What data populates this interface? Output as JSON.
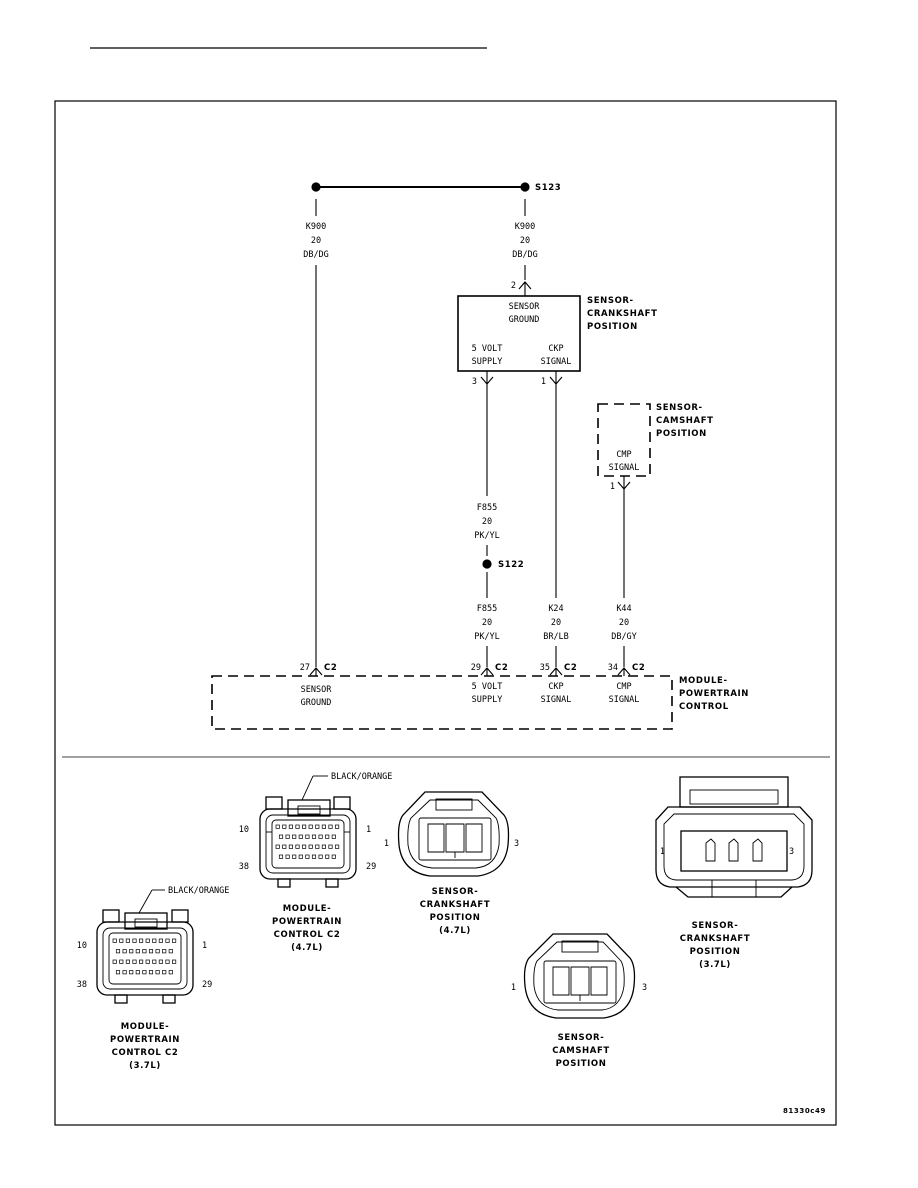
{
  "splices": {
    "left_top": "",
    "s123": "S123",
    "s122": "S122"
  },
  "wires": {
    "k900_left": {
      "circuit": "K900",
      "gauge": "20",
      "color": "DB/DG"
    },
    "k900_right": {
      "circuit": "K900",
      "gauge": "20",
      "color": "DB/DG"
    },
    "f855_upper": {
      "circuit": "F855",
      "gauge": "20",
      "color": "PK/YL"
    },
    "f855_lower": {
      "circuit": "F855",
      "gauge": "20",
      "color": "PK/YL"
    },
    "k24": {
      "circuit": "K24",
      "gauge": "20",
      "color": "BR/LB"
    },
    "k44": {
      "circuit": "K44",
      "gauge": "20",
      "color": "DB/GY"
    }
  },
  "crank_sensor": {
    "name": [
      "SENSOR-",
      "CRANKSHAFT",
      "POSITION"
    ],
    "ground_label": [
      "SENSOR",
      "GROUND"
    ],
    "supply_label": [
      "5 VOLT",
      "SUPPLY"
    ],
    "signal_label": [
      "CKP",
      "SIGNAL"
    ],
    "pin_ground": "2",
    "pin_supply": "3",
    "pin_signal": "1"
  },
  "cam_sensor": {
    "name": [
      "SENSOR-",
      "CAMSHAFT",
      "POSITION"
    ],
    "signal_label": [
      "CMP",
      "SIGNAL"
    ],
    "pin_signal": "1"
  },
  "pcm": {
    "name": [
      "MODULE-",
      "POWERTRAIN",
      "CONTROL"
    ],
    "connector": "C2",
    "pins": [
      {
        "pin": "27",
        "label": [
          "SENSOR",
          "GROUND"
        ]
      },
      {
        "pin": "29",
        "label": [
          "5 VOLT",
          "SUPPLY"
        ]
      },
      {
        "pin": "35",
        "label": [
          "CKP",
          "SIGNAL"
        ]
      },
      {
        "pin": "34",
        "label": [
          "CMP",
          "SIGNAL"
        ]
      }
    ]
  },
  "connector_views": {
    "pcm_47": {
      "color_note": "BLACK/ORANGE",
      "pins": {
        "top_left": "10",
        "top_right": "1",
        "bottom_left": "38",
        "bottom_right": "29"
      },
      "caption": [
        "MODULE-",
        "POWERTRAIN",
        "CONTROL C2",
        "(4.7L)"
      ]
    },
    "pcm_37": {
      "color_note": "BLACK/ORANGE",
      "pins": {
        "top_left": "10",
        "top_right": "1",
        "bottom_left": "38",
        "bottom_right": "29"
      },
      "caption": [
        "MODULE-",
        "POWERTRAIN",
        "CONTROL C2",
        "(3.7L)"
      ]
    },
    "ckp_47": {
      "pins": {
        "left": "1",
        "right": "3"
      },
      "caption": [
        "SENSOR-",
        "CRANKSHAFT",
        "POSITION",
        "(4.7L)"
      ]
    },
    "cmp": {
      "pins": {
        "left": "1",
        "right": "3"
      },
      "caption": [
        "SENSOR-",
        "CAMSHAFT",
        "POSITION"
      ]
    },
    "ckp_37": {
      "pins": {
        "left": "1",
        "right": "3"
      },
      "caption": [
        "SENSOR-",
        "CRANKSHAFT",
        "POSITION",
        "(3.7L)"
      ]
    }
  },
  "figure_id": "81330c49"
}
